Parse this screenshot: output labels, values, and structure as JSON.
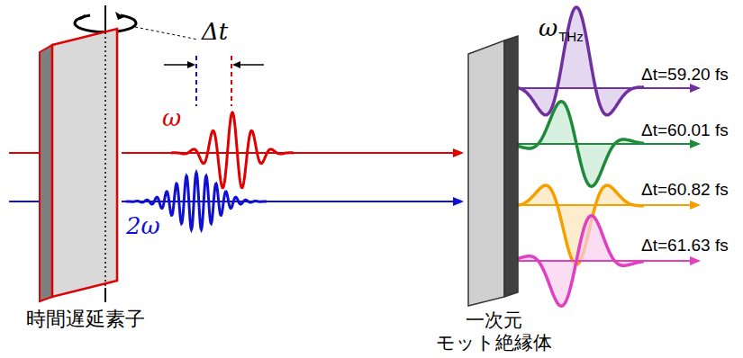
{
  "diagram": {
    "nodes": [
      {
        "text": [
          "時間遅延素子"
        ]
      },
      {
        "text": [
          "一次元 モット絶縁体"
        ]
      }
    ],
    "edges": [
      {
        "from": 0,
        "to": 1,
        "arrow": "to"
      },
      {
        "from": 0,
        "to": 1,
        "arrow": "to"
      }
    ],
    "labels": [
      "Δt",
      "ω",
      "2ω",
      "ω",
      "THz",
      "Δt=59.20 fs",
      "Δt=60.01 fs",
      "Δt=60.82 fs",
      "Δt=61.63 fs"
    ]
  }
}
